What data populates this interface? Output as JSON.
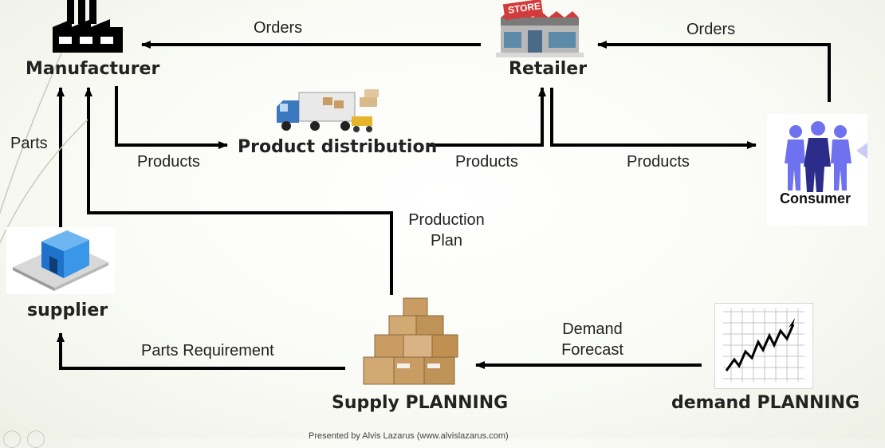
{
  "nodes": {
    "manufacturer": "Manufacturer",
    "retailer": "Retailer",
    "product_distribution": "Product distribution",
    "consumer": "Consumer",
    "supplier": "supplier",
    "supply_planning": "Supply PLANNING",
    "demand_planning": "demand PLANNING"
  },
  "icons": {
    "store_sign": "STORE"
  },
  "flows": {
    "orders_left": "Orders",
    "orders_right": "Orders",
    "parts": "Parts",
    "products_to_distribution": "Products",
    "products_to_retailer": "Products",
    "products_to_consumer": "Products",
    "production_plan_line1": "Production",
    "production_plan_line2": "Plan",
    "parts_requirement": "Parts Requirement",
    "demand_forecast_line1": "Demand",
    "demand_forecast_line2": "Forecast"
  },
  "footer": {
    "text": "Presented by Alvis Lazarus (www.alvislazarus.com)"
  },
  "colors": {
    "arrow": "#000000",
    "consumer_figure": "#6f72ee"
  }
}
